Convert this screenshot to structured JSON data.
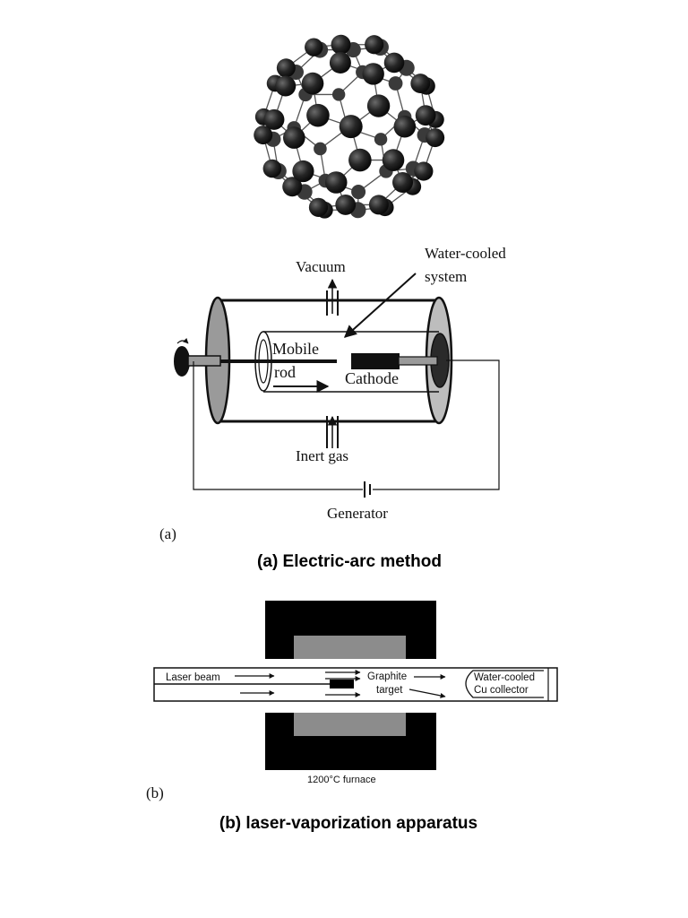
{
  "fullerene": {
    "name": "buckminsterfullerene-c60-model"
  },
  "arc_diagram": {
    "labels": {
      "vacuum": "Vacuum",
      "water_cooled_line1": "Water-cooled",
      "water_cooled_line2": "system",
      "mobile": "Mobile",
      "rod": "rod",
      "cathode": "Cathode",
      "inert_gas": "Inert gas",
      "generator": "Generator",
      "panel_letter": "(a)"
    },
    "caption": "(a) Electric-arc method"
  },
  "laser_diagram": {
    "labels": {
      "laser_beam": "Laser beam",
      "graphite_line1": "Graphite",
      "graphite_line2": "target",
      "collector_line1": "Water-cooled",
      "collector_line2": "Cu collector",
      "furnace": "1200°C furnace",
      "panel_letter": "(b)"
    },
    "caption": "(b) laser-vaporization apparatus"
  },
  "colors": {
    "ink": "#111111",
    "electrode_gray": "#9a9a9a",
    "furnace_black": "#000000",
    "furnace_insert": "#8c8c8c"
  }
}
